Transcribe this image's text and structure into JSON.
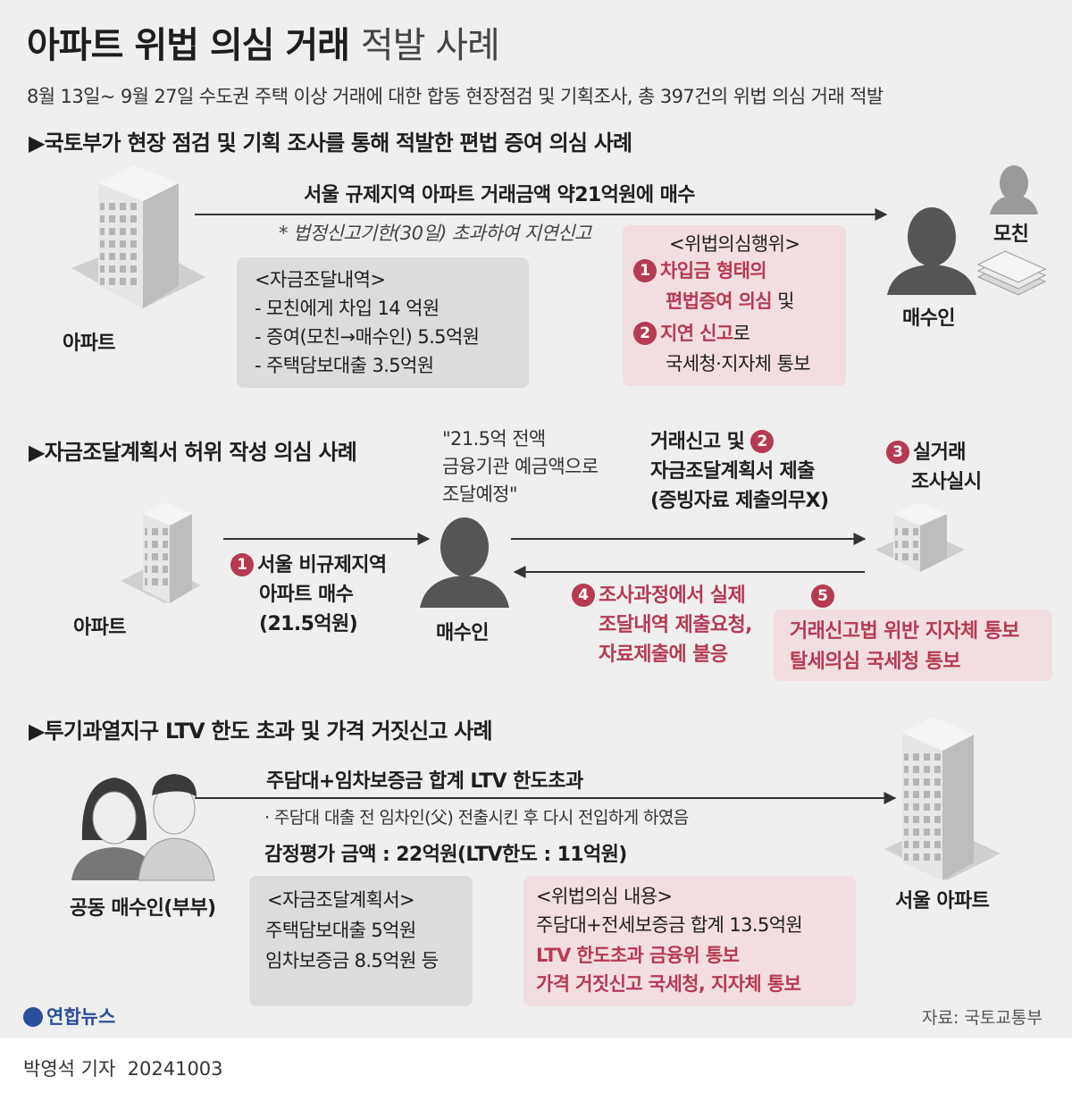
{
  "header": {
    "title_main": "아파트 위법 의심 거래",
    "title_sub": "적발 사례",
    "subtitle": "8월 13일~ 9월 27일 수도권 주택 이상 거래에 대한 합동 현장점검 및 기획조사, 총 397건의 위법 의심 거래 적발"
  },
  "case1": {
    "heading": "▶국토부가 현장 점검 및 기획 조사를 통해 적발한 편법 증여 의심 사례",
    "arrow_label": "서울 규제지역 아파트 거래금액 약21억원에 매수",
    "note": "* 법정신고기한(30일) 초과하여 지연신고",
    "apartment_label": "아파트",
    "buyer_label": "매수인",
    "mother_label": "모친",
    "funding": {
      "title": "<자금조달내역>",
      "lines": [
        "- 모친에게 차입 14 억원",
        "- 증여(모친→매수인) 5.5억원",
        "- 주택담보대출 3.5억원"
      ]
    },
    "violation": {
      "title": "<위법의심행위>",
      "n1": "1",
      "item1_a": "차입금 형태의",
      "item1_b": "편법증여 의심",
      "item1_c": " 및",
      "n2": "2",
      "item2_a": "지연 신고",
      "item2_b": "로",
      "item2_c": "국세청·지자체 통보"
    }
  },
  "case2": {
    "heading": "▶자금조달계획서 허위 작성 의심 사례",
    "quote": [
      "\"21.5억 전액",
      "금융기관 예금액으로",
      "조달예정\""
    ],
    "apartment_label": "아파트",
    "buyer_label": "매수인",
    "n1": "1",
    "step1": [
      "서울 비규제지역",
      "아파트 매수",
      "(21.5억원)"
    ],
    "n2": "2",
    "step2": [
      "거래신고 및",
      "자금조달계획서 제출",
      "(증빙자료 제출의무X)"
    ],
    "n3": "3",
    "step3": [
      "실거래",
      "조사실시"
    ],
    "n4": "4",
    "step4": [
      "조사과정에서 실제",
      "조달내역 제출요청,",
      "자료제출에 불응"
    ],
    "n5": "5",
    "step5": [
      "거래신고법 위반 지자체 통보",
      "탈세의심 국세청 통보"
    ]
  },
  "case3": {
    "heading": "▶투기과열지구 LTV 한도 초과 및 가격 거짓신고 사례",
    "arrow_label": "주담대+임차보증금 합계 LTV 한도초과",
    "note": "· 주담대 대출 전 임차인(父) 전출시킨 후 다시 전입하게 하였음",
    "appraisal": "감정평가 금액 : 22억원(LTV한도 : 11억원)",
    "couple_label": "공동 매수인(부부)",
    "apartment_label": "서울 아파트",
    "plan": {
      "title": "<자금조달계획서>",
      "lines": [
        "주택담보대출 5억원",
        "임차보증금 8.5억원 등"
      ]
    },
    "violation": {
      "title": "<위법의심 내용>",
      "line1": "주담대+전세보증금 합계 13.5억원",
      "line2": "LTV 한도초과 금융위 통보",
      "line3": "가격 거짓신고 국세청, 지자체 통보"
    }
  },
  "footer": {
    "logo": "연합뉴스",
    "source": "자료: 국토교통부",
    "byline": "박영석 기자",
    "date": "20241003"
  },
  "colors": {
    "accent": "#b53a52",
    "pink_box": "#f2dee1",
    "gray_box": "#dcdcdc",
    "panel": "#efefef"
  }
}
